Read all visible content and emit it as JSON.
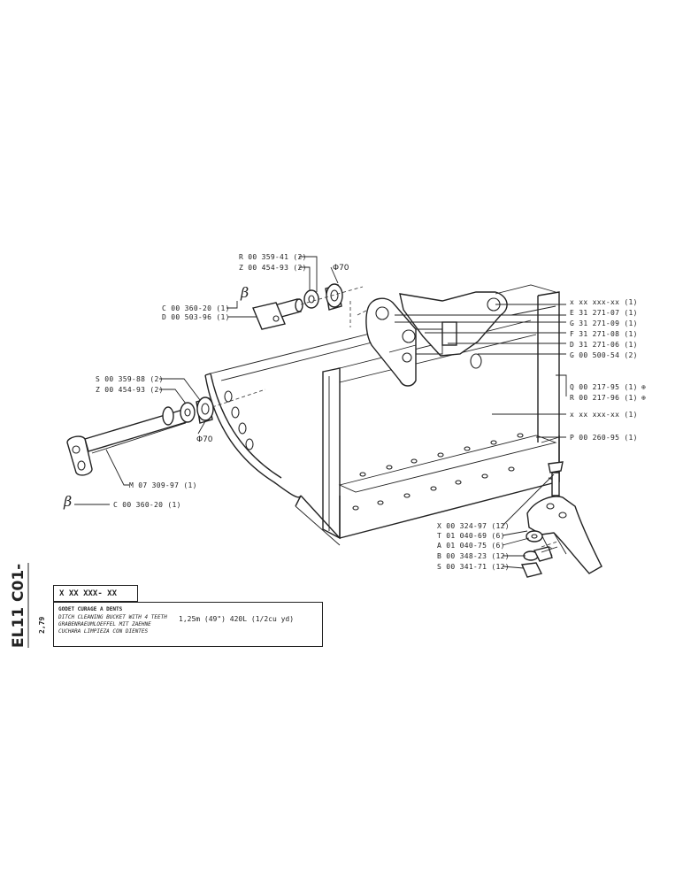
{
  "diagram": {
    "callouts": {
      "r_00_359_41": "R 00 359-41 (2)",
      "z_00_454_93_top": "Z 00 454-93 (2)",
      "c_00_360_20_top": "C 00 360-20 (1)",
      "d_00_503_96": "D 00 503-96 (1)",
      "s_00_359_88": "S 00 359-88 (2)",
      "z_00_454_93_left": "Z 00 454-93 (2)",
      "m_07_309_97": "M 07 309-97 (1)",
      "c_00_360_20_bottom": "C 00 360-20 (1)",
      "x_xx_xxx_xx_1": "x xx xxx-xx (1)",
      "e_31_271_07": "E 31 271-07 (1)",
      "g_31_271_09": "G 31 271-09 (1)",
      "f_31_271_08": "F 31 271-08 (1)",
      "d_31_271_06": "D 31 271-06 (1)",
      "g_00_500_54": "G 00 500-54 (2)",
      "q_00_217_95": "Q 00 217-95 (1)",
      "r_00_217_96": "R 00 217-96 (1)",
      "x_xx_xxx_xx_2": "x xx xxx-xx (1)",
      "p_00_260_95": "P 00 260-95 (1)",
      "x_00_324_97": "X 00 324-97 (12)",
      "t_01_040_69": "T 01 040-69 (6)",
      "a_01_040_75": "A 01 040-75 (6)",
      "b_00_348_23": "B 00 348-23 (12)",
      "s_00_341_71": "S 00 341-71 (12)"
    },
    "diameter_top": "Φ70",
    "diameter_left": "Φ70",
    "beta_top": "β",
    "beta_bottom": "β",
    "q_symbol": "⊕",
    "r_symbol": "⊕"
  },
  "side_code": "EL11 C01-1",
  "side_page": "2,79",
  "table": {
    "code": "X XX XXX- XX",
    "line_fr": "GODET CURAGE A DENTS",
    "line_en": "DITCH CLEANING BUCKET WITH 4 TEETH",
    "line_de": "GRABENRAEUMLOEFFEL MIT ZAEHNE",
    "line_es": "CUCHARA LIMPIEZA CON DIENTES",
    "spec": "1,25m (49\")    420L (1/2cu yd)"
  }
}
